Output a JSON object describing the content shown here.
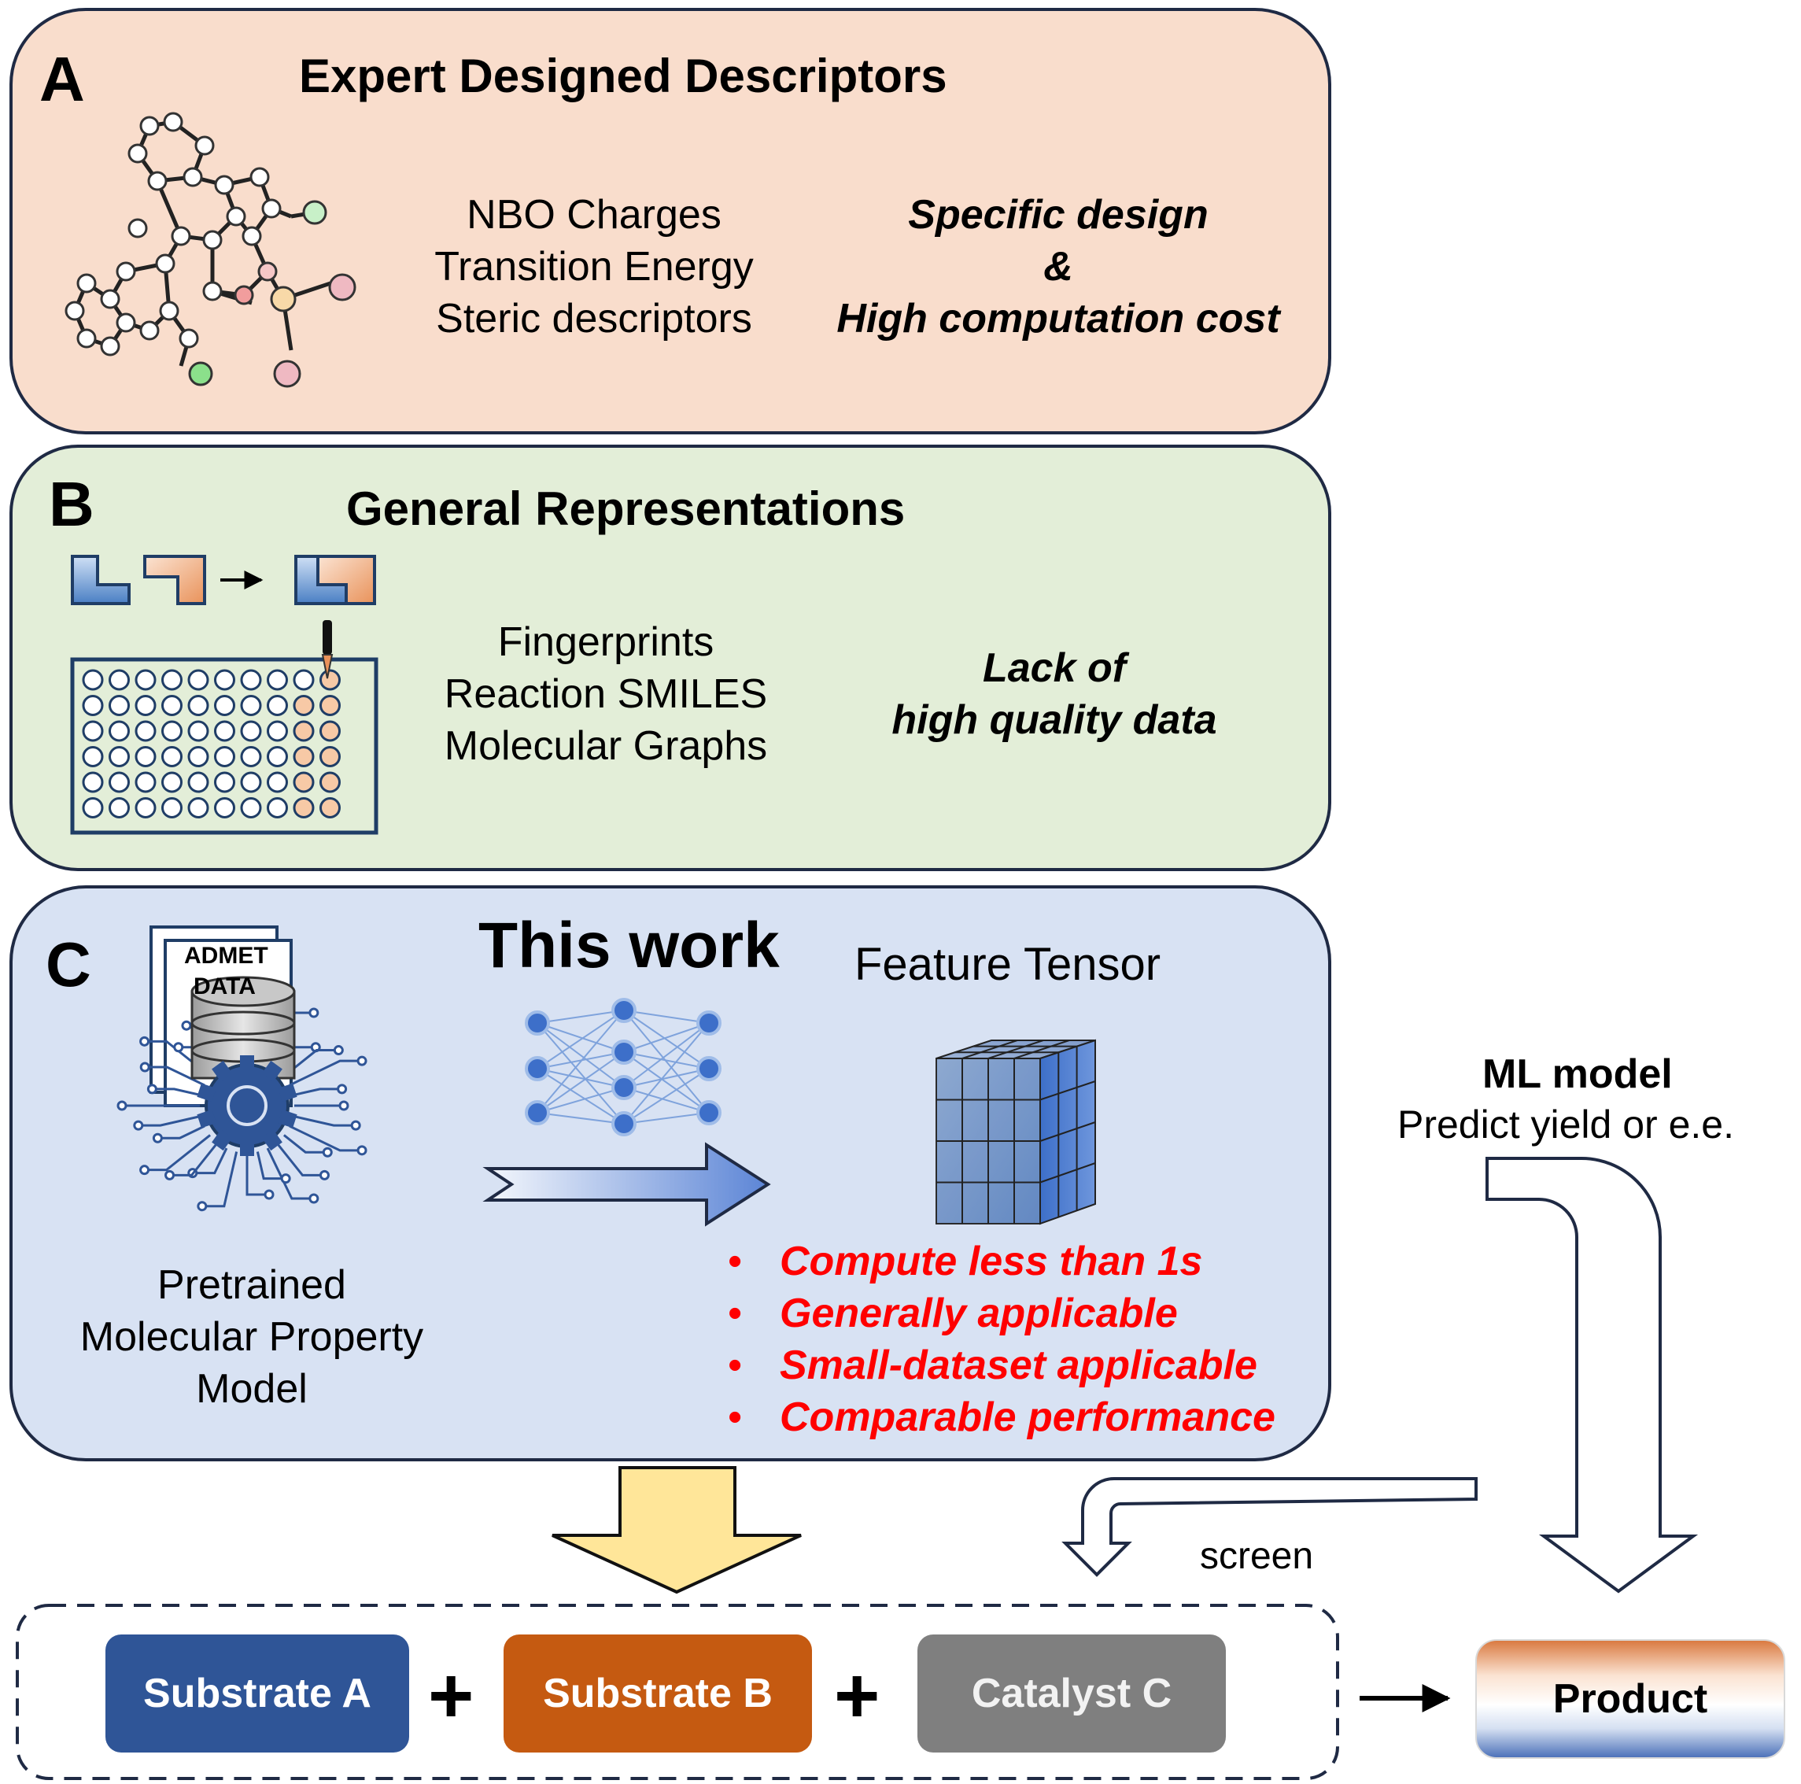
{
  "panel_a": {
    "letter": "A",
    "title": "Expert Designed Descriptors",
    "descriptors": [
      "NBO Charges",
      "Transition Energy",
      "Steric descriptors"
    ],
    "drawback": [
      "Specific design",
      "&",
      "High computation cost"
    ]
  },
  "panel_b": {
    "letter": "B",
    "title": "General Representations",
    "representations": [
      "Fingerprints",
      "Reaction SMILES",
      "Molecular Graphs"
    ],
    "drawback": [
      "Lack of",
      "high quality data"
    ]
  },
  "panel_c": {
    "letter": "C",
    "title": "This work",
    "database_labels": [
      "ADMET",
      "DATA"
    ],
    "model_label": [
      "Pretrained",
      "Molecular Property",
      "Model"
    ],
    "tensor_label": "Feature Tensor",
    "advantages": [
      "Compute less than 1s",
      "Generally applicable",
      "Small-dataset applicable",
      "Comparable performance"
    ],
    "bullet": "•"
  },
  "ml": {
    "title": "ML model",
    "subtitle": "Predict yield or e.e.",
    "screen_label": "screen"
  },
  "reaction": {
    "substrate_a": "Substrate A",
    "substrate_b": "Substrate B",
    "catalyst": "Catalyst C",
    "plus": "+",
    "product": "Product"
  },
  "colors": {
    "panel_a_bg": "#f9ddcc",
    "panel_b_bg": "#e3eed8",
    "panel_c_bg": "#d8e2f3",
    "panel_border": "#1f2a44",
    "substrate_a": "#2f5597",
    "substrate_b": "#c55a11",
    "catalyst": "#7f7f7f",
    "advantage_text": "#ff0000",
    "down_arrow": "#ffe699"
  }
}
